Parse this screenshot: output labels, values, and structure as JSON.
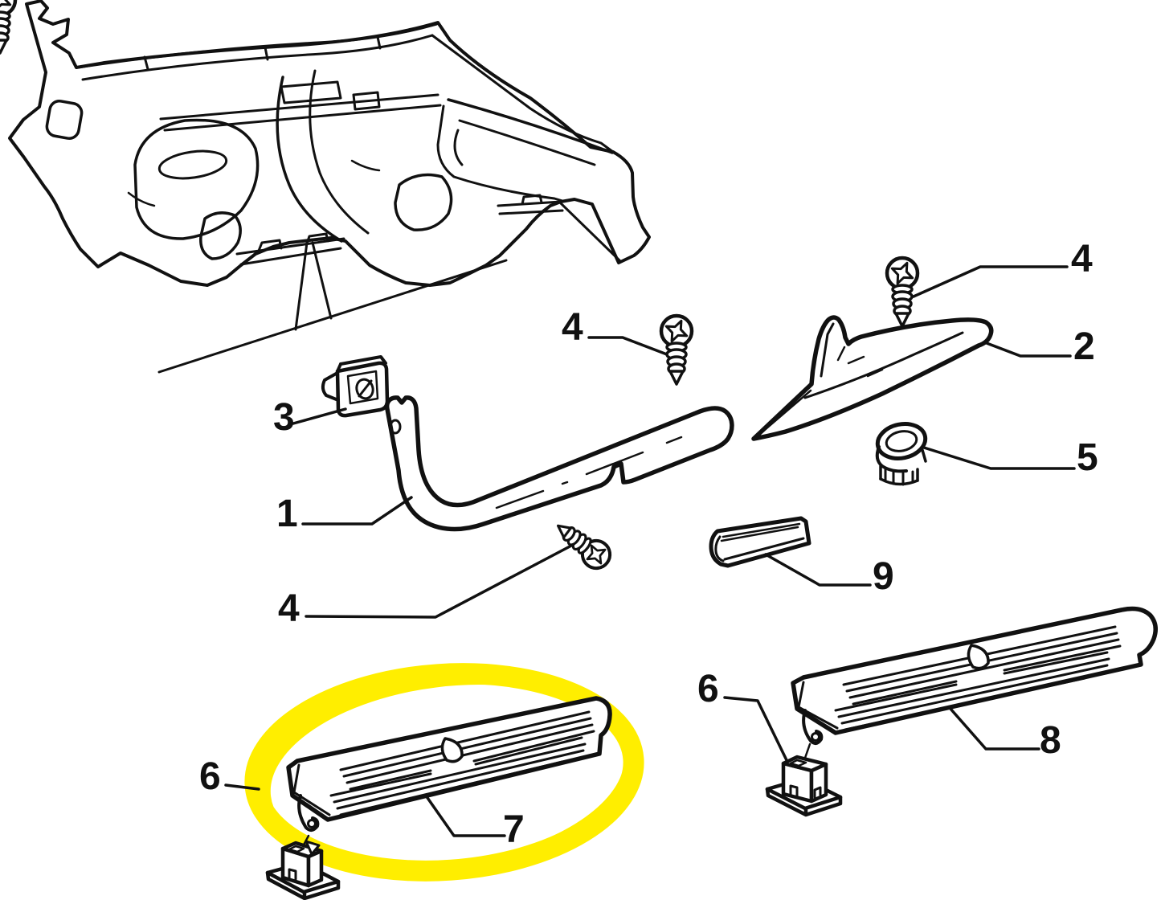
{
  "diagram": {
    "type": "exploded-parts-illustration",
    "line_color": "#111111",
    "background": "#ffffff",
    "highlight": {
      "color": "#ffee00",
      "shape": "hand-drawn-ellipse",
      "highlighted_callout": "7"
    },
    "callouts": {
      "c1": {
        "number": "1"
      },
      "c2": {
        "number": "2"
      },
      "c3": {
        "number": "3"
      },
      "c4a": {
        "number": "4"
      },
      "c4b": {
        "number": "4"
      },
      "c4c": {
        "number": "4"
      },
      "c5": {
        "number": "5"
      },
      "c6a": {
        "number": "6"
      },
      "c6b": {
        "number": "6"
      },
      "c7": {
        "number": "7"
      },
      "c8": {
        "number": "8"
      },
      "c9": {
        "number": "9"
      }
    }
  }
}
